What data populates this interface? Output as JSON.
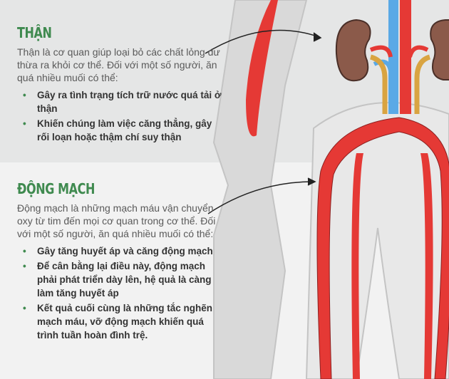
{
  "kidney": {
    "title": "THẬN",
    "intro": "Thận là cơ quan giúp loại bỏ các chất lỏng dư thừa ra khỏi cơ thể. Đối với một số người, ăn quá nhiều muối có thể:",
    "bullets": [
      "Gây ra tình trạng tích trữ nước quá tải ở thận",
      "Khiến chúng làm việc căng thẳng, gây rối loạn hoặc thậm chí suy thận"
    ]
  },
  "artery": {
    "title": "ĐỘNG MẠCH",
    "intro": "Động mạch là những mạch máu vận chuyển oxy từ tim đến mọi cơ quan trong cơ thể. Đối với một số người, ăn quá nhiều muối có thể:",
    "bullets": [
      "Gây tăng huyết áp và căng động mạch",
      "Để cân bằng lại điều này, động mạch phải phát triển dày lên, hệ quả là càng làm tăng huyết áp",
      "Kết quả cuối cùng là những tắc nghẽn mạch máu, vỡ động mạch khiến quá trình tuần hoàn đình trệ."
    ]
  },
  "colors": {
    "heading": "#3f8a4f",
    "artery": "#e53935",
    "vein": "#5aa9e6",
    "kidney": "#8b5a4a",
    "ureter": "#d9a441"
  }
}
